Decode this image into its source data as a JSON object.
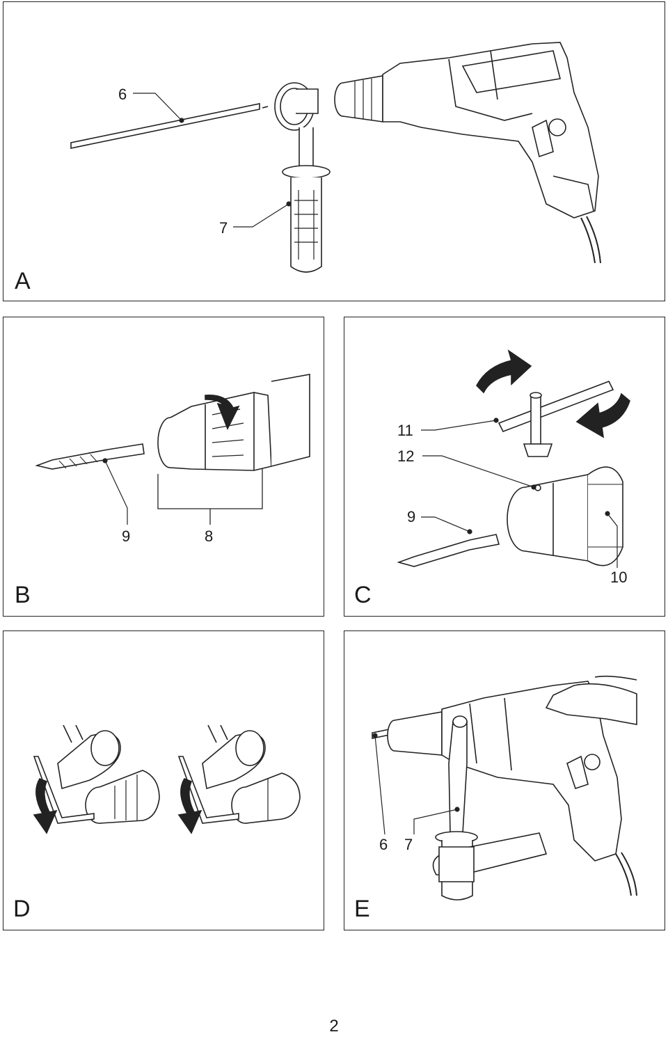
{
  "panels": {
    "A": {
      "label": "A",
      "callouts": {
        "c6": "6",
        "c7": "7"
      }
    },
    "B": {
      "label": "B",
      "callouts": {
        "c9": "9",
        "c8": "8"
      }
    },
    "C": {
      "label": "C",
      "callouts": {
        "c11": "11",
        "c12": "12",
        "c9": "9",
        "c10": "10"
      }
    },
    "D": {
      "label": "D"
    },
    "E": {
      "label": "E",
      "callouts": {
        "c6": "6",
        "c7": "7"
      }
    }
  },
  "page_number": "2"
}
